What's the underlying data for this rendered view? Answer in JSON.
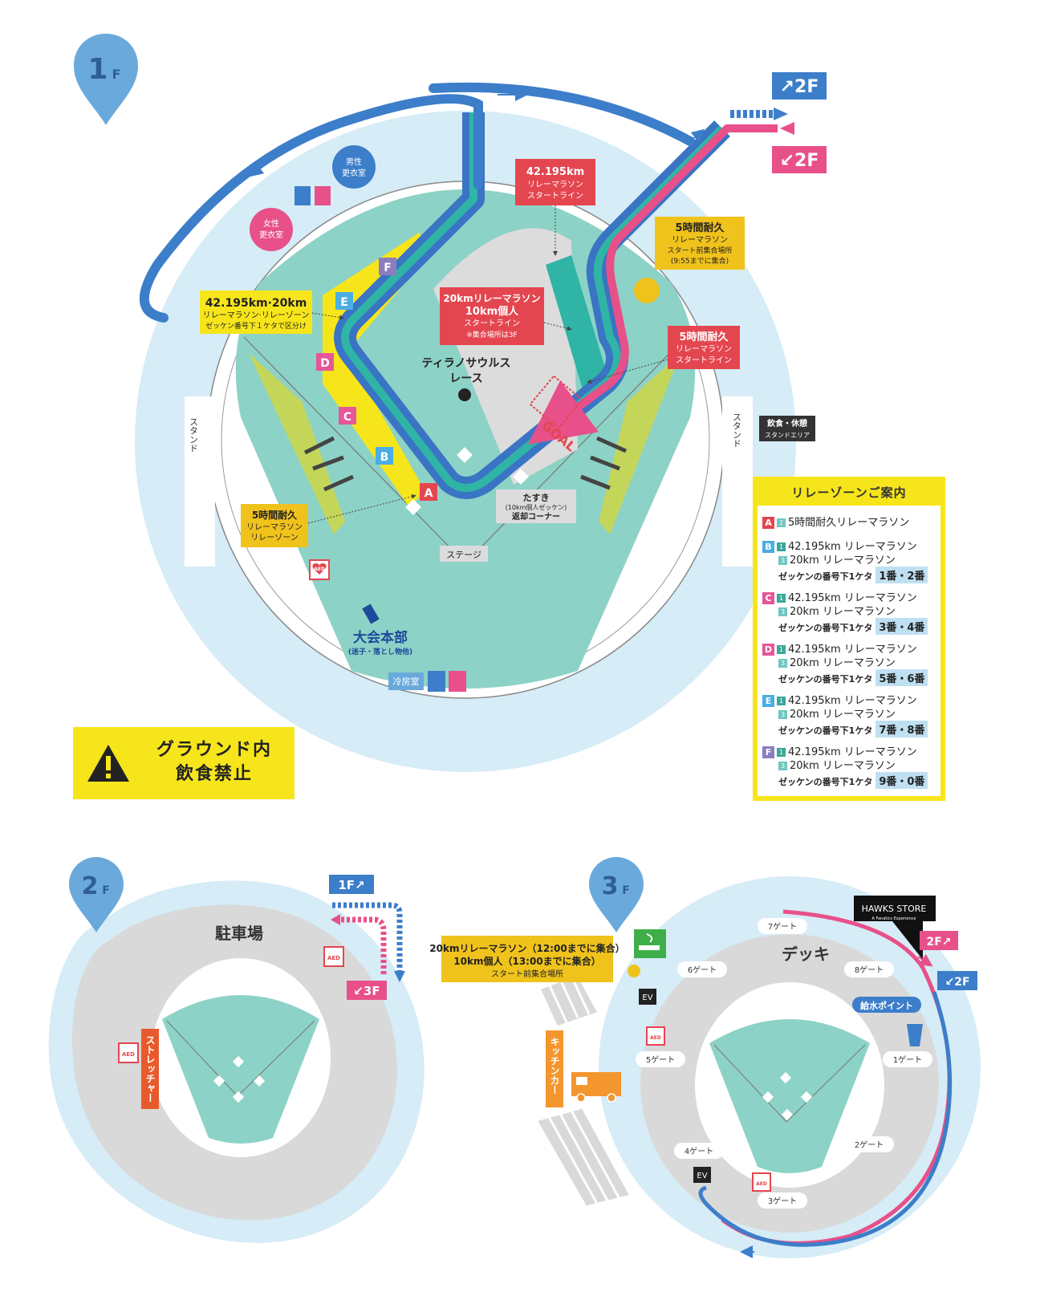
{
  "floors": {
    "f1": "1",
    "f2": "2",
    "f3": "3",
    "suffix": "F"
  },
  "colors": {
    "blue": "#3c7ec9",
    "pink": "#e8508a",
    "field": "#8dd2c6",
    "ring": "#d6ecf7",
    "yellow": "#f7e51b",
    "red": "#e4464f",
    "gold": "#f0c21c"
  },
  "f1": {
    "to2f_up": "↗2F",
    "to2f_down": "↙2F",
    "male_room": [
      "男性",
      "更衣室"
    ],
    "female_room": [
      "女性",
      "更衣室"
    ],
    "start_42": [
      "42.195km",
      "リレーマラソン",
      "スタートライン"
    ],
    "start_20": [
      "20kmリレーマラソン",
      "10km個人",
      "スタートライン",
      "※集合場所は3F"
    ],
    "gather_5h": [
      "5時間耐久",
      "リレーマラソン",
      "スタート前集合場所",
      "(9:55までに集合)"
    ],
    "start_5h": [
      "5時間耐久",
      "リレーマラソン",
      "スタートライン"
    ],
    "relay_42_20": [
      "42.195km·20km",
      "リレーマラソン·リレーゾーン",
      "ゼッケン番号下１ケタで区分け"
    ],
    "race_name": [
      "ティラノサウルス",
      "レース"
    ],
    "goal": "GOAL",
    "stand": "スタンド",
    "food_area": [
      "飲食・休憩",
      "スタンドエリア"
    ],
    "tasuki": [
      "たすき",
      "(10km個人ゼッケン)",
      "返却コーナー"
    ],
    "relay_5h": [
      "5時間耐久",
      "リレーマラソン",
      "リレーゾーン"
    ],
    "stage": "ステージ",
    "aed": "AED",
    "hq": "大会本部",
    "hq_sub": "(迷子・落とし物他)",
    "cool_room": "冷房室",
    "zones": [
      "A",
      "B",
      "C",
      "D",
      "E",
      "F"
    ],
    "warning": [
      "グラウンド内",
      "飲食禁止"
    ]
  },
  "legend": {
    "title": "リレーゾーンご案内",
    "zone_a": {
      "letter": "A",
      "num": "2",
      "text": "5時間耐久リレーマラソン"
    },
    "line1_num": "1",
    "line1_text": "42.195km リレーマラソン",
    "line2_num": "3",
    "line2_text": "20km リレーマラソン",
    "bib_label": "ゼッケンの番号下1ケタ",
    "rows": [
      {
        "letter": "B",
        "bib": "1番・2番",
        "color": "#4aaee4"
      },
      {
        "letter": "C",
        "bib": "3番・4番",
        "color": "#e5569a"
      },
      {
        "letter": "D",
        "bib": "5番・6番",
        "color": "#e5569a"
      },
      {
        "letter": "E",
        "bib": "7番・8番",
        "color": "#4aaee4"
      },
      {
        "letter": "F",
        "bib": "9番・0番",
        "color": "#8c7dc1"
      }
    ]
  },
  "f2": {
    "parking": "駐車場",
    "to1f": "1F↗",
    "to3f": "↙3F",
    "stretcher": "ストレッチャー",
    "aed": "AED"
  },
  "f3": {
    "deck": "デッキ",
    "gather": [
      "20kmリレーマラソン（12:00までに集合）",
      "10km個人（13:00までに集合）",
      "スタート前集合場所"
    ],
    "kitchen": "キッチンカー",
    "store": "HAWKS STORE",
    "store_sub": "A Fanatics Experience",
    "to2f_up": "2F↗",
    "to2f_down": "↙2F",
    "water": "給水ポイント",
    "ev": "EV",
    "aed": "AED",
    "gates": [
      "7ゲート",
      "8ゲート",
      "6ゲート",
      "5ゲート",
      "1ゲート",
      "4ゲート",
      "2ゲート",
      "3ゲート"
    ]
  }
}
